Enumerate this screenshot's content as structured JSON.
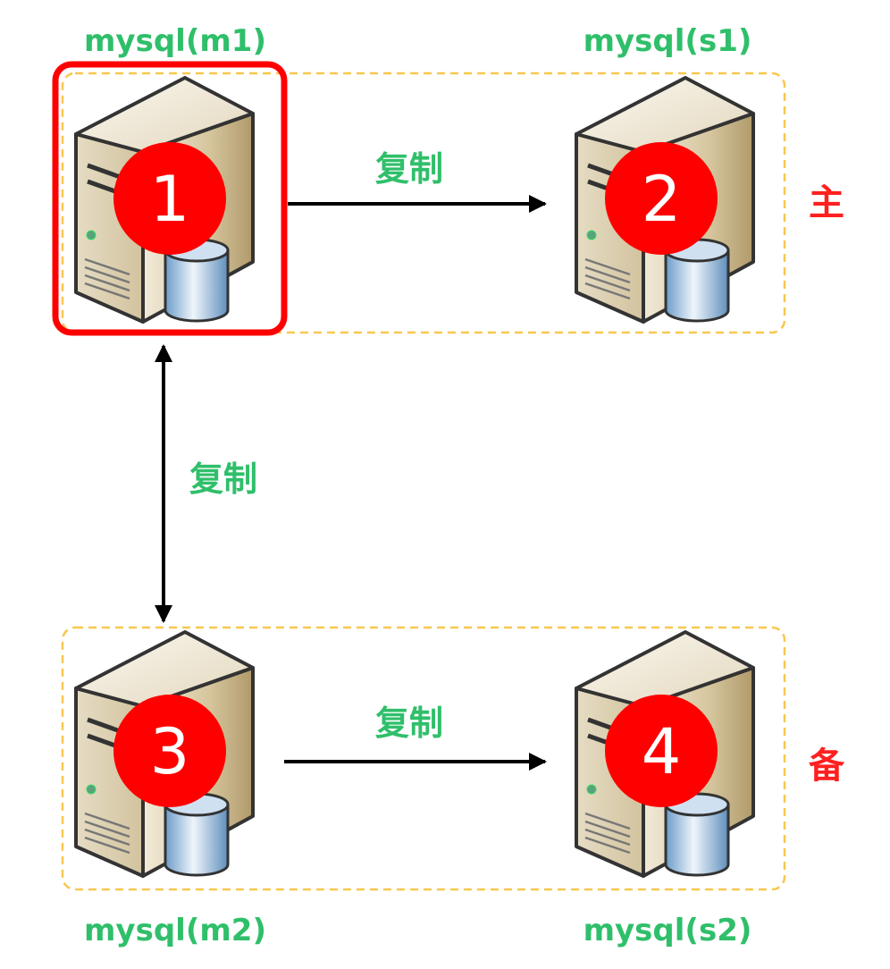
{
  "nodes": [
    {
      "id": "m1",
      "label": "mysql(m1)",
      "number": "1"
    },
    {
      "id": "s1",
      "label": "mysql(s1)",
      "number": "2"
    },
    {
      "id": "m2",
      "label": "mysql(m2)",
      "number": "3"
    },
    {
      "id": "s2",
      "label": "mysql(s2)",
      "number": "4"
    }
  ],
  "edges": [
    {
      "from": "m1",
      "to": "s1",
      "label": "复制"
    },
    {
      "from": "m1",
      "to": "m2",
      "label": "复制",
      "bidirectional": true
    },
    {
      "from": "m2",
      "to": "s2",
      "label": "复制"
    }
  ],
  "groups": [
    {
      "label": "主",
      "members": [
        "m1",
        "s1"
      ]
    },
    {
      "label": "备",
      "members": [
        "m2",
        "s2"
      ]
    }
  ],
  "highlighted": "m1",
  "colors": {
    "label": "#2fbf6a",
    "badge": "#ff0000",
    "group_border": "#f9c74f",
    "highlight": "#ff0000"
  }
}
